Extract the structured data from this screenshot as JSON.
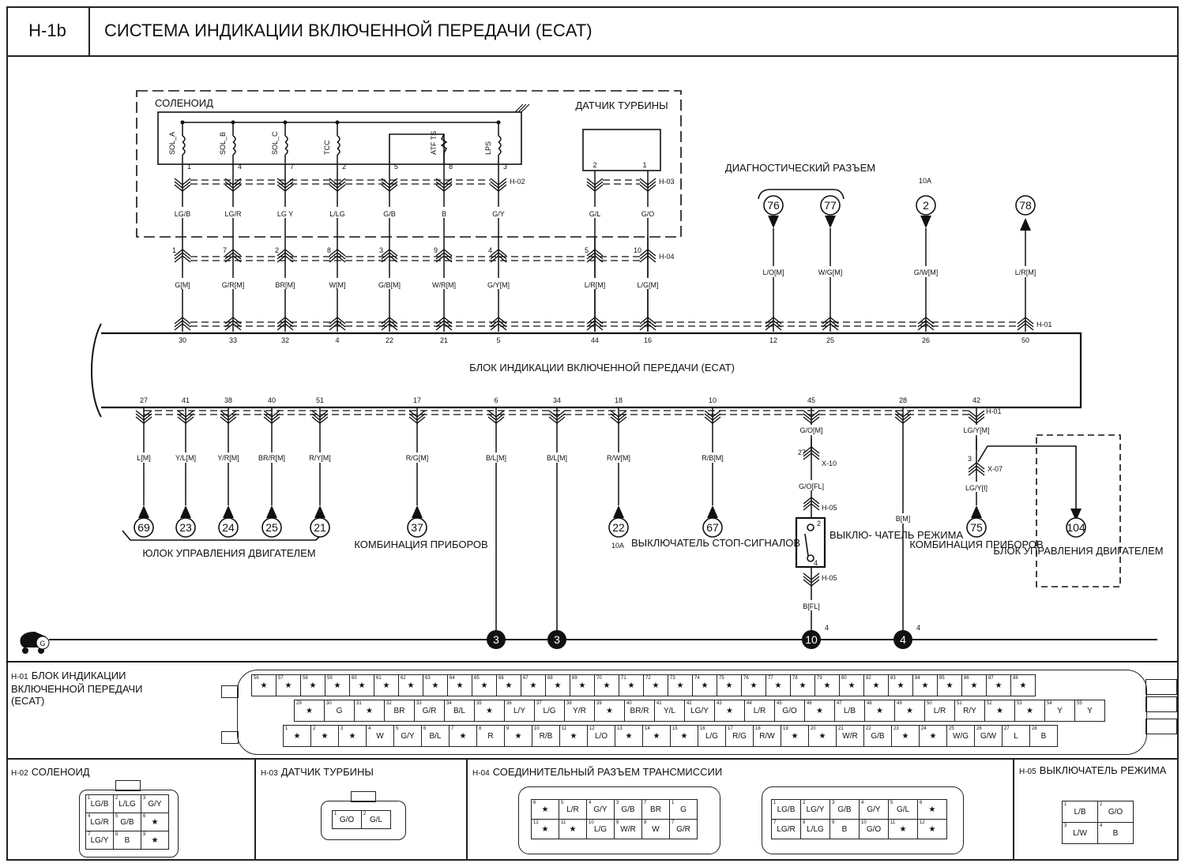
{
  "header": {
    "code": "H-1b",
    "title": "СИСТЕМА ИНДИКАЦИИ ВКЛЮЧЕННОЙ ПЕРЕДАЧИ (ECAT)"
  },
  "solenoid": {
    "label": "СОЛЕНОИД",
    "connector": "H-02",
    "items": [
      {
        "name": "SOL_A",
        "pin": "1",
        "wire": "LG/B"
      },
      {
        "name": "SOL_B",
        "pin": "4",
        "wire": "LG/R"
      },
      {
        "name": "SOL_C",
        "pin": "7",
        "wire": "LG Y"
      },
      {
        "name": "TCC",
        "pin": "2",
        "wire": "L/LG"
      },
      {
        "name": "",
        "pin": "5",
        "wire": "G/B"
      },
      {
        "name": "ATF TS",
        "pin": "8",
        "wire": "B"
      },
      {
        "name": "LPS",
        "pin": "3",
        "wire": "G/Y"
      }
    ]
  },
  "turbine": {
    "label": "ДАТЧИК ТУРБИНЫ",
    "connector": "H-03",
    "items": [
      {
        "pin": "2",
        "wire": "G/L"
      },
      {
        "pin": "1",
        "wire": "G/O"
      }
    ]
  },
  "h04": {
    "connector": "H-04",
    "pins": [
      "1",
      "7",
      "2",
      "8",
      "3",
      "9",
      "4",
      "5",
      "10"
    ],
    "wires": [
      "G[M]",
      "G/R[M]",
      "BR[M]",
      "W[M]",
      "G/B[M]",
      "W/R[M]",
      "G/Y[M]",
      "L/R[M]",
      "L/G[M]"
    ]
  },
  "top_right": {
    "diag_label": "ДИАГНОСТИЧЕСКИЙ РАЗЪЕМ",
    "fuse_label": "10A",
    "refs": [
      "76",
      "77",
      "2",
      "78"
    ],
    "wires": [
      "L/O[M]",
      "W/G[M]",
      "G/W[M]",
      "L/R[M]"
    ]
  },
  "unit": {
    "label": "БЛОК ИНДИКАЦИИ ВКЛЮЧЕННОЙ ПЕРЕДАЧИ (ECAT)",
    "connector": "H-01",
    "top_pins": [
      "30",
      "33",
      "32",
      "4",
      "22",
      "21",
      "5",
      "44",
      "16",
      "12",
      "25",
      "26",
      "50"
    ],
    "bottom_pins": [
      "27",
      "41",
      "38",
      "40",
      "51",
      "17",
      "6",
      "34",
      "18",
      "10",
      "45",
      "28",
      "42"
    ]
  },
  "bottom_wires": {
    "wires": [
      "L[M]",
      "Y/L[M]",
      "Y/R[M]",
      "BR/R[M]",
      "R/Y[M]",
      "R/G[M]",
      "B/L[M]",
      "B/L[M]",
      "R/W[M]",
      "R/B[M]",
      "G/O[M]",
      "B[M]",
      "LG/Y[M]"
    ],
    "refs": [
      "69",
      "23",
      "24",
      "25",
      "21",
      "37",
      "22",
      "67",
      "75",
      "104"
    ],
    "ecu_label": "ЮЛОК УПРАВЛЕНИЯ ДВИГАТЕЛЕМ",
    "cluster_label_1": "КОМБИНАЦИЯ ПРИБОРОВ",
    "fuse_label": "10A",
    "stop_label": "ВЫКЛЮЧАТЕЛЬ СТОП-СИГНАЛОВ",
    "mode_switch_label": "ВЫКЛЮ- ЧАТЕЛЬ РЕЖИМА",
    "cluster_label_2": "КОМБИНАЦИЯ ПРИБОРОВ",
    "ecu2_label": "БЛОК УПРАВЛЕНИЯ ДВИГАТЕЛЕМ",
    "x10": "X-10",
    "x10_pin": "27",
    "x10_wire": "G/O[FL]",
    "h05": "H-05",
    "h05_wire": "B[FL]",
    "x07": "X-07",
    "x07_pin": "3",
    "x07_wire": "LG/Y[I]",
    "sw_pin_top": "2",
    "sw_pin_bottom": "4"
  },
  "ground": {
    "symbol": "G",
    "points": [
      "3",
      "3",
      "10",
      "4"
    ],
    "superscripts": [
      "4",
      "4"
    ]
  },
  "connectors": {
    "h01": {
      "code": "H-01",
      "title": "БЛОК ИНДИКАЦИИ ВКЛЮЧЕННОЙ ПЕРЕДАЧИ (ECAT)",
      "row1": [
        [
          "56",
          "★"
        ],
        [
          "57",
          "★"
        ],
        [
          "58",
          "★"
        ],
        [
          "59",
          "★"
        ],
        [
          "60",
          "★"
        ],
        [
          "61",
          "★"
        ],
        [
          "62",
          "★"
        ],
        [
          "63",
          "★"
        ],
        [
          "64",
          "★"
        ],
        [
          "65",
          "★"
        ],
        [
          "66",
          "★"
        ],
        [
          "67",
          "★"
        ],
        [
          "68",
          "★"
        ],
        [
          "69",
          "★"
        ],
        [
          "70",
          "★"
        ],
        [
          "71",
          "★"
        ],
        [
          "72",
          "★"
        ],
        [
          "73",
          "★"
        ],
        [
          "74",
          "★"
        ],
        [
          "75",
          "★"
        ],
        [
          "76",
          "★"
        ],
        [
          "77",
          "★"
        ],
        [
          "78",
          "★"
        ],
        [
          "79",
          "★"
        ],
        [
          "80",
          "★"
        ],
        [
          "82",
          "★"
        ],
        [
          "83",
          "★"
        ],
        [
          "84",
          "★"
        ],
        [
          "85",
          "★"
        ],
        [
          "86",
          "★"
        ],
        [
          "87",
          "★"
        ],
        [
          "88",
          "★"
        ]
      ],
      "row2": [
        [
          "29",
          "★"
        ],
        [
          "30",
          "G"
        ],
        [
          "31",
          "★"
        ],
        [
          "32",
          "BR"
        ],
        [
          "33",
          "G/R"
        ],
        [
          "34",
          "B/L"
        ],
        [
          "35",
          "★"
        ],
        [
          "36",
          "L/Y"
        ],
        [
          "37",
          "L/G"
        ],
        [
          "38",
          "Y/R"
        ],
        [
          "39",
          "★"
        ],
        [
          "40",
          "BR/R"
        ],
        [
          "41",
          "Y/L"
        ],
        [
          "42",
          "LG/Y"
        ],
        [
          "43",
          "★"
        ],
        [
          "44",
          "L/R"
        ],
        [
          "45",
          "G/O"
        ],
        [
          "46",
          "★"
        ],
        [
          "47",
          "L/B"
        ],
        [
          "48",
          "★"
        ],
        [
          "49",
          "★"
        ],
        [
          "50",
          "L/R"
        ],
        [
          "51",
          "R/Y"
        ],
        [
          "52",
          "★"
        ],
        [
          "53",
          "★"
        ],
        [
          "54",
          "Y"
        ],
        [
          "55",
          "Y"
        ]
      ],
      "row3": [
        [
          "1",
          "★"
        ],
        [
          "2",
          "★"
        ],
        [
          "3",
          "★"
        ],
        [
          "4",
          "W"
        ],
        [
          "5",
          "G/Y"
        ],
        [
          "6",
          "B/L"
        ],
        [
          "7",
          "★"
        ],
        [
          "8",
          "R"
        ],
        [
          "9",
          "★"
        ],
        [
          "10",
          "R/B"
        ],
        [
          "11",
          "★"
        ],
        [
          "12",
          "L/O"
        ],
        [
          "13",
          "★"
        ],
        [
          "14",
          "★"
        ],
        [
          "15",
          "★"
        ],
        [
          "16",
          "L/G"
        ],
        [
          "17",
          "R/G"
        ],
        [
          "18",
          "R/W"
        ],
        [
          "19",
          "★"
        ],
        [
          "20",
          "★"
        ],
        [
          "21",
          "W/R"
        ],
        [
          "22",
          "G/B"
        ],
        [
          "23",
          "★"
        ],
        [
          "24",
          "★"
        ],
        [
          "25",
          "W/G"
        ],
        [
          "26",
          "G/W"
        ],
        [
          "27",
          "L"
        ],
        [
          "28",
          "B"
        ]
      ]
    },
    "h02": {
      "code": "H-02",
      "title": "СОЛЕНОИД",
      "rows": [
        [
          [
            "1",
            "LG/B"
          ],
          [
            "2",
            "L/LG"
          ],
          [
            "3",
            "G/Y"
          ]
        ],
        [
          [
            "4",
            "LG/R"
          ],
          [
            "5",
            "G/B"
          ],
          [
            "6",
            "★"
          ]
        ],
        [
          [
            "7",
            "LG/Y"
          ],
          [
            "8",
            "B"
          ],
          [
            "9",
            "★"
          ]
        ]
      ]
    },
    "h03": {
      "code": "H-03",
      "title": "ДАТЧИК ТУРБИНЫ",
      "rows": [
        [
          [
            "1",
            "G/O"
          ],
          [
            "2",
            "G/L"
          ]
        ]
      ]
    },
    "h04": {
      "code": "H-04",
      "title": "СОЕДИНИТЕЛЬНЫЙ РАЗЪЕМ ТРАНСМИССИИ",
      "male": [
        [
          [
            "6",
            "★"
          ],
          [
            "5",
            "L/R"
          ],
          [
            "4",
            "G/Y"
          ],
          [
            "3",
            "G/B"
          ],
          [
            "7",
            "BR"
          ],
          [
            "1",
            "G"
          ]
        ],
        [
          [
            "12",
            "★"
          ],
          [
            "11",
            "★"
          ],
          [
            "10",
            "L/G"
          ],
          [
            "9",
            "W/R"
          ],
          [
            "8",
            "W"
          ],
          [
            "7",
            "G/R"
          ]
        ]
      ],
      "female": [
        [
          [
            "1",
            "LG/B"
          ],
          [
            "2",
            "LG/Y"
          ],
          [
            "3",
            "G/B"
          ],
          [
            "4",
            "G/Y"
          ],
          [
            "5",
            "G/L"
          ],
          [
            "6",
            "★"
          ]
        ],
        [
          [
            "7",
            "LG/R"
          ],
          [
            "8",
            "L/LG"
          ],
          [
            "9",
            "B"
          ],
          [
            "10",
            "G/O"
          ],
          [
            "11",
            "★"
          ],
          [
            "12",
            "★"
          ]
        ]
      ]
    },
    "h05": {
      "code": "H-05",
      "title": "ВЫКЛЮЧАТЕЛЬ РЕЖИМА",
      "rows": [
        [
          [
            "1",
            "L/B"
          ],
          [
            "2",
            "G/O"
          ]
        ],
        [
          [
            "3",
            "L/W"
          ],
          [
            "4",
            "B"
          ]
        ]
      ]
    }
  }
}
